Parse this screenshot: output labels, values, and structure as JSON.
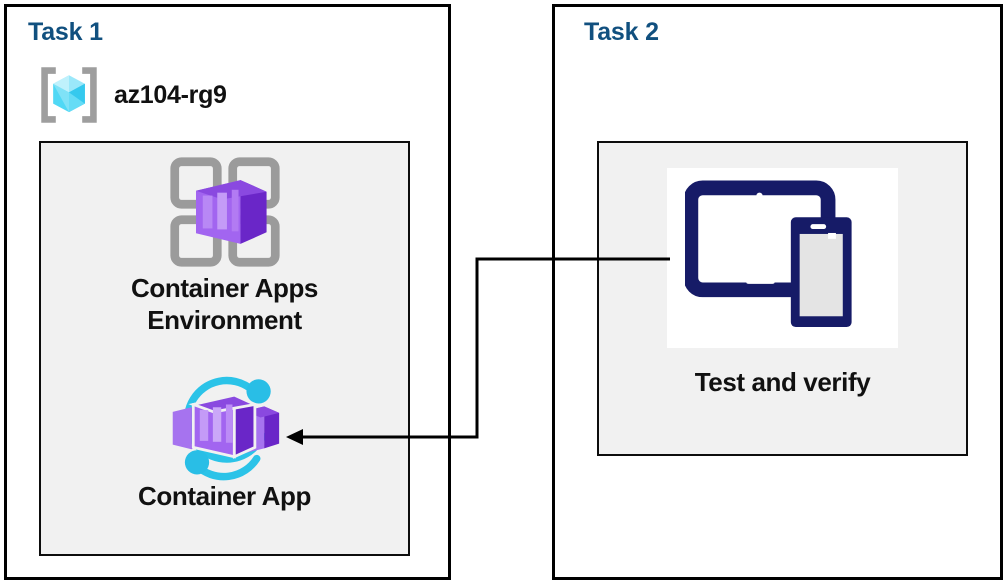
{
  "diagram": {
    "title": "Azure Container Apps lab tasks diagram",
    "background_color": "#FFFFFF",
    "accent_color": "#11507F",
    "panel_fill": "#F1F1F1"
  },
  "task1": {
    "title": "Task 1",
    "resource_group": {
      "icon": "azure-resource-group-icon",
      "label": "az104-rg9"
    },
    "nodes": [
      {
        "icon": "container-apps-environment-icon",
        "label_line1": "Container Apps",
        "label_line2": "Environment"
      },
      {
        "icon": "container-app-icon",
        "label_line1": "Container App",
        "label_line2": ""
      }
    ]
  },
  "task2": {
    "title": "Task 2",
    "node": {
      "icon": "test-and-verify-devices-icon",
      "label": "Test and verify"
    }
  },
  "connector": {
    "name": "test-to-container-app-arrow",
    "direction": "right-to-left",
    "color": "#000000",
    "arrowhead": "left"
  }
}
